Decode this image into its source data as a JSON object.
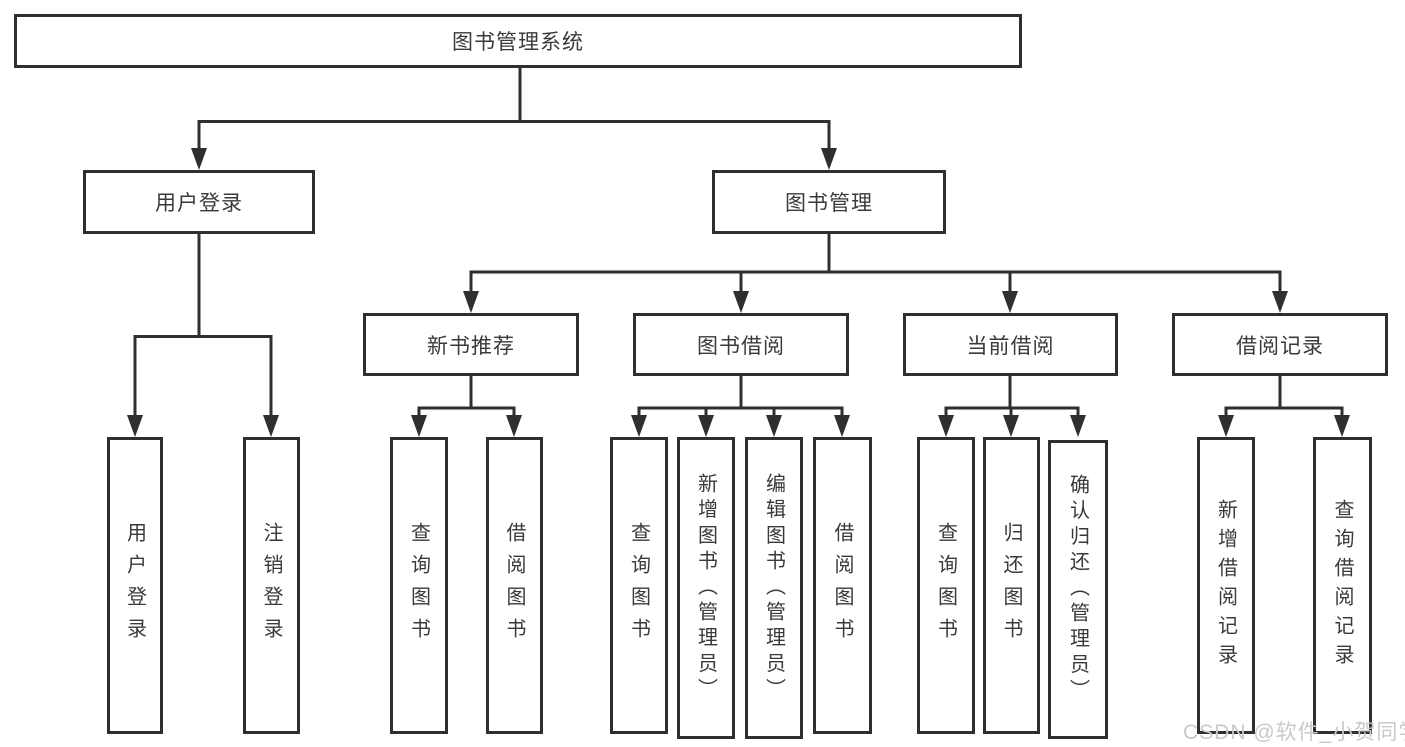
{
  "root": {
    "label": "图书管理系统"
  },
  "branches": [
    {
      "label": "用户登录",
      "children": [
        "用户登录",
        "注销登录"
      ]
    },
    {
      "label": "图书管理",
      "sections": [
        {
          "label": "新书推荐",
          "children": [
            "查询图书",
            "借阅图书"
          ]
        },
        {
          "label": "图书借阅",
          "children": [
            "查询图书",
            "新增图书（管理员）",
            "编辑图书（管理员）",
            "借阅图书"
          ]
        },
        {
          "label": "当前借阅",
          "children": [
            "查询图书",
            "归还图书",
            "确认归还（管理员）"
          ]
        },
        {
          "label": "借阅记录",
          "children": [
            "新增借阅记录",
            "查询借阅记录"
          ]
        }
      ]
    }
  ],
  "watermark": "CSDN @软件_小贺同学",
  "colors": {
    "line": "#2f2f2f",
    "text": "#3a3a3a",
    "watermark": "#c9c9c9",
    "background": "#ffffff"
  }
}
